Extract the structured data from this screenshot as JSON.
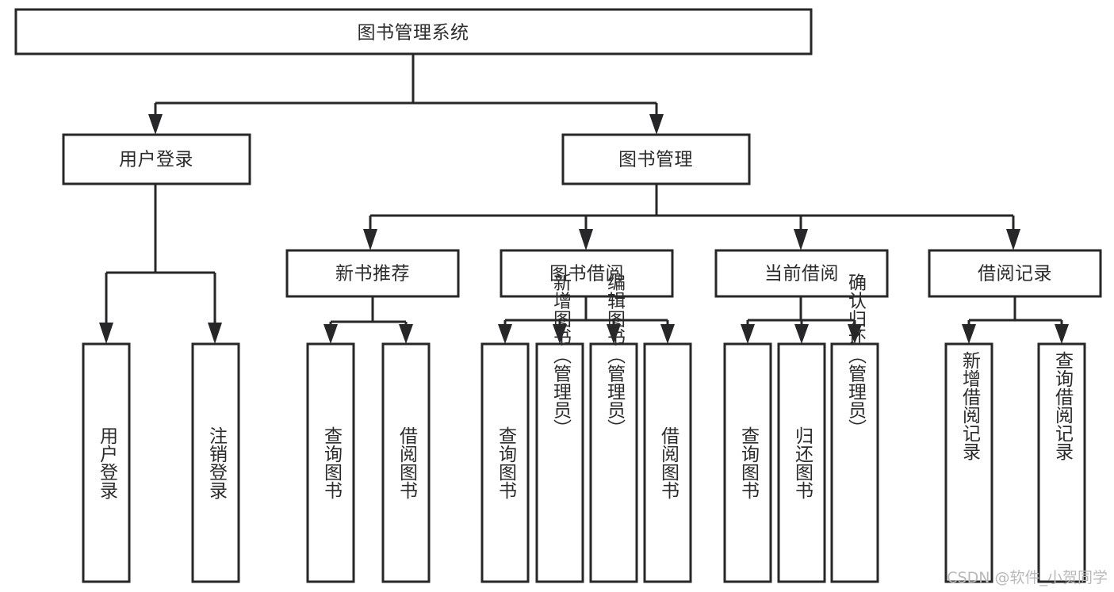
{
  "diagram": {
    "title": "图书管理系统",
    "type": "tree-hierarchy",
    "colors": {
      "box_stroke": "#27272a",
      "box_fill": "#ffffff",
      "text": "#2b2b2b",
      "background": "#ffffff",
      "watermark": "#b9b9b9"
    },
    "root": {
      "label": "图书管理系统",
      "orientation": "horizontal"
    },
    "level2": [
      {
        "label": "用户登录",
        "orientation": "horizontal"
      },
      {
        "label": "图书管理",
        "orientation": "horizontal"
      }
    ],
    "level3": [
      {
        "label": "新书推荐",
        "orientation": "horizontal"
      },
      {
        "label": "图书借阅",
        "orientation": "horizontal"
      },
      {
        "label": "当前借阅",
        "orientation": "horizontal"
      },
      {
        "label": "借阅记录",
        "orientation": "horizontal"
      }
    ],
    "leaves": {
      "user_login": [
        {
          "label": "用户登录",
          "orientation": "vertical"
        },
        {
          "label": "注销登录",
          "orientation": "vertical"
        }
      ],
      "new_book_recommend": [
        {
          "label": "查询图书",
          "orientation": "vertical"
        },
        {
          "label": "借阅图书",
          "orientation": "vertical"
        }
      ],
      "book_borrow": [
        {
          "label": "查询图书",
          "orientation": "vertical"
        },
        {
          "label": "新增图书（管理员）",
          "orientation": "vertical"
        },
        {
          "label": "编辑图书（管理员）",
          "orientation": "vertical"
        },
        {
          "label": "借阅图书",
          "orientation": "vertical"
        }
      ],
      "current_borrow": [
        {
          "label": "查询图书",
          "orientation": "vertical"
        },
        {
          "label": "归还图书",
          "orientation": "vertical"
        },
        {
          "label": "确认归还（管理员）",
          "orientation": "vertical"
        }
      ],
      "borrow_record": [
        {
          "label": "新增借阅记录",
          "orientation": "vertical"
        },
        {
          "label": "查询借阅记录",
          "orientation": "vertical"
        }
      ]
    },
    "edges": [
      {
        "from": "图书管理系统",
        "to": "用户登录"
      },
      {
        "from": "图书管理系统",
        "to": "图书管理"
      },
      {
        "from": "图书管理",
        "to": "新书推荐"
      },
      {
        "from": "图书管理",
        "to": "图书借阅"
      },
      {
        "from": "图书管理",
        "to": "当前借阅"
      },
      {
        "from": "图书管理",
        "to": "借阅记录"
      },
      {
        "from": "用户登录",
        "to": "用户登录"
      },
      {
        "from": "用户登录",
        "to": "注销登录"
      },
      {
        "from": "新书推荐",
        "to": "查询图书"
      },
      {
        "from": "新书推荐",
        "to": "借阅图书"
      },
      {
        "from": "图书借阅",
        "to": "查询图书"
      },
      {
        "from": "图书借阅",
        "to": "新增图书（管理员）"
      },
      {
        "from": "图书借阅",
        "to": "编辑图书（管理员）"
      },
      {
        "from": "图书借阅",
        "to": "借阅图书"
      },
      {
        "from": "当前借阅",
        "to": "查询图书"
      },
      {
        "from": "当前借阅",
        "to": "归还图书"
      },
      {
        "from": "当前借阅",
        "to": "确认归还（管理员）"
      },
      {
        "from": "借阅记录",
        "to": "新增借阅记录"
      },
      {
        "from": "借阅记录",
        "to": "查询借阅记录"
      }
    ]
  },
  "watermark": {
    "text": "CSDN @软件_小贺同学"
  }
}
